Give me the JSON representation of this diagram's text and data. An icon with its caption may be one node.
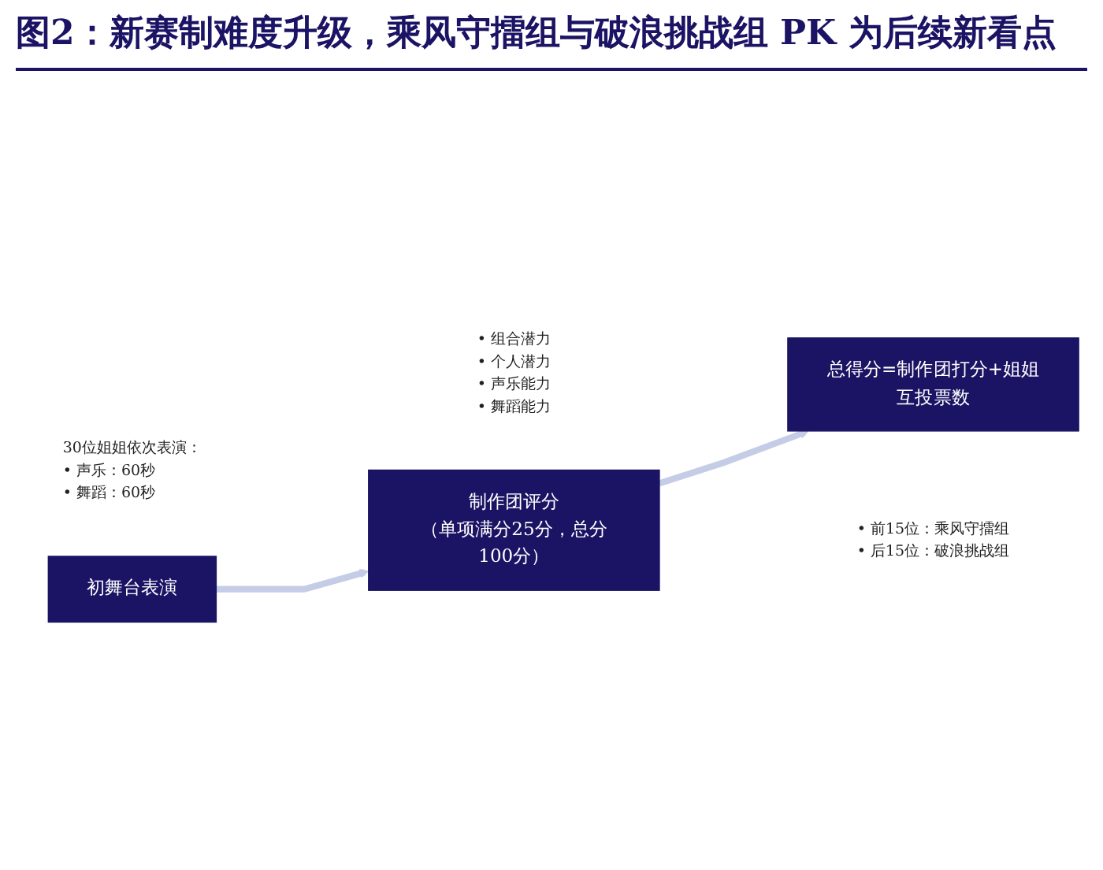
{
  "diagram": {
    "title": "图2：新赛制难度升级，乘风守擂组与破浪挑战组 PK 为后续新看点",
    "nodes": [
      {
        "text": [
          "初舞台表演"
        ],
        "beside": [
          "30位姐姐依次表演：",
          "• 声乐：60秒",
          "• 舞蹈：60秒"
        ]
      },
      {
        "text": [
          "制作团评分",
          "（单项满分25分，总分100分）"
        ],
        "beside": [
          "• 组合潜力",
          "• 个人潜力",
          "• 声乐能力",
          "• 舞蹈能力"
        ]
      },
      {
        "text": [
          "总得分=制作团打分+姐姐互投票数"
        ],
        "beside": [
          "• 前15位：乘风守擂组",
          "• 后15位：破浪挑战组"
        ]
      }
    ],
    "edges": [
      {
        "from": 0,
        "to": 1,
        "arrow": "to"
      },
      {
        "from": 1,
        "to": 2,
        "arrow": "to"
      }
    ]
  }
}
